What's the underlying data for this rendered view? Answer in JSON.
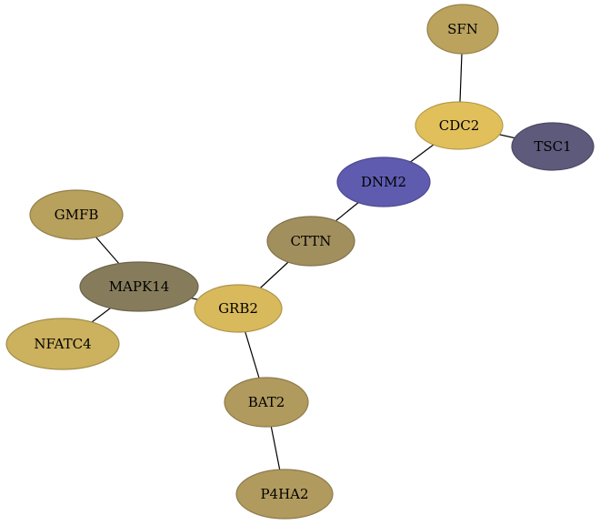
{
  "graph": {
    "nodes": [
      {
        "id": "SFN",
        "label": "SFN",
        "color": "#bba35e"
      },
      {
        "id": "CDC2",
        "label": "CDC2",
        "color": "#e1c05c"
      },
      {
        "id": "TSC1",
        "label": "TSC1",
        "color": "#5e5a7c"
      },
      {
        "id": "DNM2",
        "label": "DNM2",
        "color": "#5f5cb0"
      },
      {
        "id": "CTTN",
        "label": "CTTN",
        "color": "#a28f5e"
      },
      {
        "id": "GMFB",
        "label": "GMFB",
        "color": "#b8a05d"
      },
      {
        "id": "MAPK14",
        "label": "MAPK14",
        "color": "#867c5b"
      },
      {
        "id": "GRB2",
        "label": "GRB2",
        "color": "#d8b95c"
      },
      {
        "id": "NFATC4",
        "label": "NFATC4",
        "color": "#ccb15e"
      },
      {
        "id": "BAT2",
        "label": "BAT2",
        "color": "#b09a5e"
      },
      {
        "id": "P4HA2",
        "label": "P4HA2",
        "color": "#b09a5e"
      }
    ],
    "edges": [
      {
        "source": "SFN",
        "target": "CDC2"
      },
      {
        "source": "CDC2",
        "target": "TSC1"
      },
      {
        "source": "CDC2",
        "target": "DNM2"
      },
      {
        "source": "DNM2",
        "target": "CTTN"
      },
      {
        "source": "CTTN",
        "target": "GRB2"
      },
      {
        "source": "GMFB",
        "target": "MAPK14"
      },
      {
        "source": "MAPK14",
        "target": "GRB2"
      },
      {
        "source": "MAPK14",
        "target": "NFATC4"
      },
      {
        "source": "GRB2",
        "target": "BAT2"
      },
      {
        "source": "BAT2",
        "target": "P4HA2"
      }
    ]
  }
}
